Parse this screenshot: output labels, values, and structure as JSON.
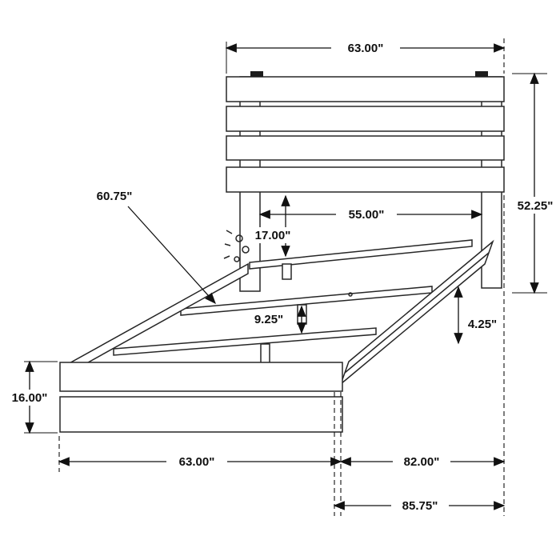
{
  "diagram": {
    "unit": "inches",
    "labels": {
      "headboard_width": "63.00\"",
      "overall_height": "52.25\"",
      "side_rail_length": "60.75\"",
      "inner_width": "55.00\"",
      "headboard_clearance": "17.00\"",
      "slat_spacing": "9.25\"",
      "rail_height": "4.25\"",
      "footboard_height": "16.00\"",
      "footboard_width": "63.00\"",
      "frame_length": "82.00\"",
      "overall_length": "85.75\""
    }
  }
}
